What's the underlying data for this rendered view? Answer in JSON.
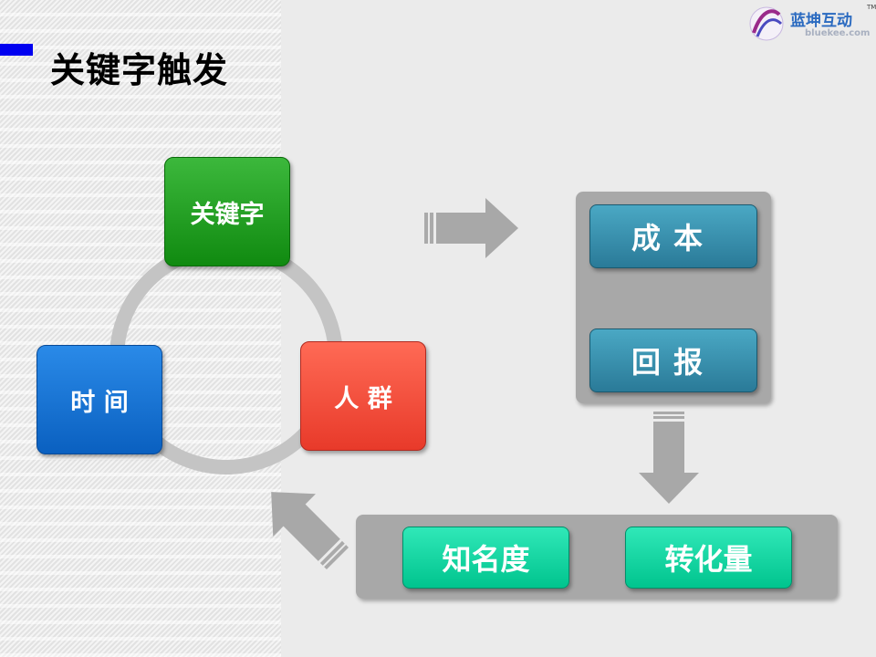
{
  "title": "关键字触发",
  "logo": {
    "name": "蓝坤互动",
    "url_text": "bluekee.com",
    "tm": "TM"
  },
  "cycle": {
    "top": "关键字",
    "right": "人 群",
    "left": "时 间"
  },
  "outcome_panel": {
    "top": "成本",
    "bottom": "回报"
  },
  "result_panel": {
    "left": "知名度",
    "right": "转化量"
  },
  "colors": {
    "accent": "#0000f0",
    "green": "#1a9a1a",
    "red": "#f04a3a",
    "blue": "#1a74d4",
    "teal": "#3a8faa",
    "mint": "#10d4a0"
  }
}
